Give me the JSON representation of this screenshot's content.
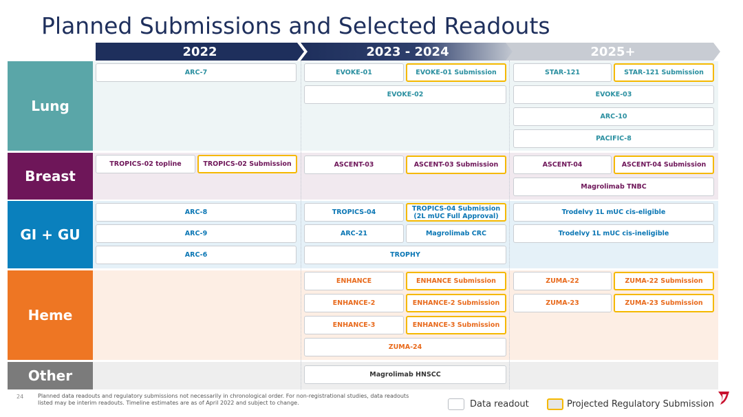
{
  "title": "Planned Submissions and Selected Readouts",
  "periods": [
    "2022",
    "2023 - 2024",
    "2025+"
  ],
  "categories": {
    "lung": "Lung",
    "breast": "Breast",
    "gigu": "GI + GU",
    "heme": "Heme",
    "other": "Other"
  },
  "items": {
    "lung": {
      "arc7": "ARC-7",
      "evoke01": "EVOKE-01",
      "evoke01_sub": "EVOKE-01 Submission",
      "evoke02": "EVOKE-02",
      "star121": "STAR-121",
      "star121_sub": "STAR-121 Submission",
      "evoke03": "EVOKE-03",
      "arc10": "ARC-10",
      "pacific8": "PACIFIC-8"
    },
    "breast": {
      "tropics02_topline": "TROPICS-02 topline",
      "tropics02_sub": "TROPICS-02 Submission",
      "ascent03": "ASCENT-03",
      "ascent03_sub": "ASCENT-03 Submission",
      "ascent04": "ASCENT-04",
      "ascent04_sub": "ASCENT-04 Submission",
      "magrolimab_tnbc": "Magrolimab TNBC"
    },
    "gigu": {
      "arc8": "ARC-8",
      "arc9": "ARC-9",
      "arc6": "ARC-6",
      "tropics04": "TROPICS-04",
      "tropics04_sub_line1": "TROPICS-04 Submission",
      "tropics04_sub_line2": "(2L mUC Full Approval)",
      "arc21": "ARC-21",
      "magrolimab_crc": "Magrolimab CRC",
      "trophy": "TROPHY",
      "trodelvy_eligible": "Trodelvy 1L mUC cis-eligible",
      "trodelvy_ineligible": "Trodelvy 1L mUC cis-ineligible"
    },
    "heme": {
      "enhance": "ENHANCE",
      "enhance_sub": "ENHANCE Submission",
      "enhance2": "ENHANCE-2",
      "enhance2_sub": "ENHANCE-2 Submission",
      "enhance3": "ENHANCE-3",
      "enhance3_sub": "ENHANCE-3 Submission",
      "zuma24": "ZUMA-24",
      "zuma22": "ZUMA-22",
      "zuma22_sub": "ZUMA-22 Submission",
      "zuma23": "ZUMA-23",
      "zuma23_sub": "ZUMA-23 Submission"
    },
    "other": {
      "magrolimab_hnscc": "Magrolimab HNSCC"
    }
  },
  "footer": {
    "page_number": "24",
    "footnote": "Planned data readouts and regulatory submissions not necessarily in chronological order. For non-registrational studies, data readouts listed may be interim readouts. Timeline estimates are as of April 2022 and subject to change.",
    "legend_readout": "Data readout",
    "legend_submission": "Projected Regulatory Submission"
  },
  "colors": {
    "lung": "#5aa6a8",
    "breast": "#6e1659",
    "gigu": "#0a80bd",
    "heme": "#ee7623",
    "other": "#7b7b7b",
    "submission_border": "#f5b800",
    "logo": "#c8102e"
  }
}
